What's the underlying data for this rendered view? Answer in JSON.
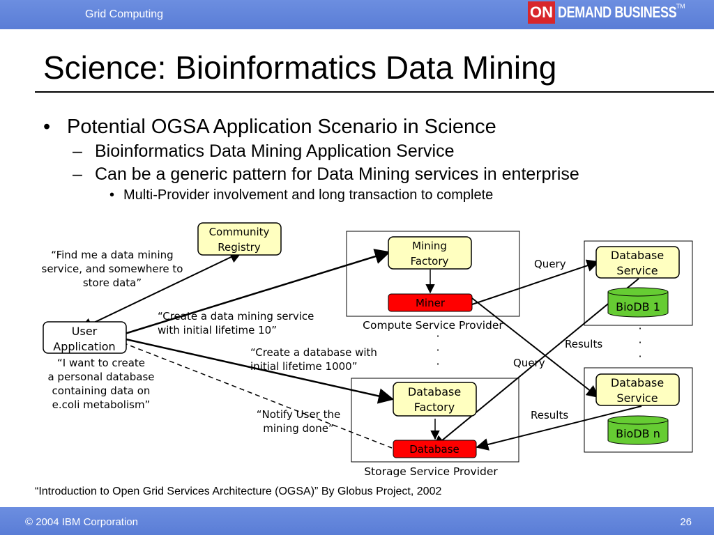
{
  "header": {
    "section": "Grid Computing",
    "brand_on": "ON",
    "brand_rest": "DEMAND BUSINESS",
    "brand_tm": "TM"
  },
  "slide": {
    "title": "Science: Bioinformatics Data Mining",
    "bullet1": "Potential OGSA Application Scenario in Science",
    "bullet1_marker": "•",
    "sub_marker": "–",
    "sub1": "Bioinformatics Data Mining Application Service",
    "sub2": "Can be a generic pattern for Data Mining services in enterprise",
    "subsub_marker": "•",
    "subsub1": "Multi-Provider involvement and long transaction to complete"
  },
  "diagram": {
    "community_registry": [
      "Community",
      "Registry"
    ],
    "user_application": [
      "User",
      "Application"
    ],
    "mining_factory": [
      "Mining",
      "Factory"
    ],
    "miner": "Miner",
    "compute_provider": "Compute Service Provider",
    "database_factory": [
      "Database",
      "Factory"
    ],
    "database": "Database",
    "storage_provider": "Storage Service Provider",
    "db_service_1": [
      "Database",
      "Service"
    ],
    "biodb_1": "BioDB 1",
    "db_service_n": [
      "Database",
      "Service"
    ],
    "biodb_n": "BioDB n",
    "quote_find": [
      "“Find me a data mining",
      "service, and somewhere to",
      "store data”"
    ],
    "quote_create_personal": [
      "“I want to create",
      "a personal database",
      "containing data on",
      "e.coli metabolism”"
    ],
    "quote_create_mining": [
      "“Create a data mining service",
      "with initial lifetime 10”"
    ],
    "quote_create_database": [
      "“Create a database with",
      "initial lifetime 1000”"
    ],
    "quote_notify": [
      "“Notify User the",
      "mining done”"
    ],
    "query_1": "Query",
    "results_1": "Results",
    "query_2": "Query",
    "results_2": "Results",
    "ellipsis": "·"
  },
  "citation": "“Introduction to Open Grid Services Architecture (OGSA)” By Globus Project, 2002",
  "footer": {
    "copyright": "© 2004 IBM Corporation",
    "page_number": "26"
  },
  "colors": {
    "bar_blue": "#5f82d9",
    "box_yellow": "#ffffc0",
    "box_red": "#ff0000",
    "cyl_green": "#66cc33"
  }
}
